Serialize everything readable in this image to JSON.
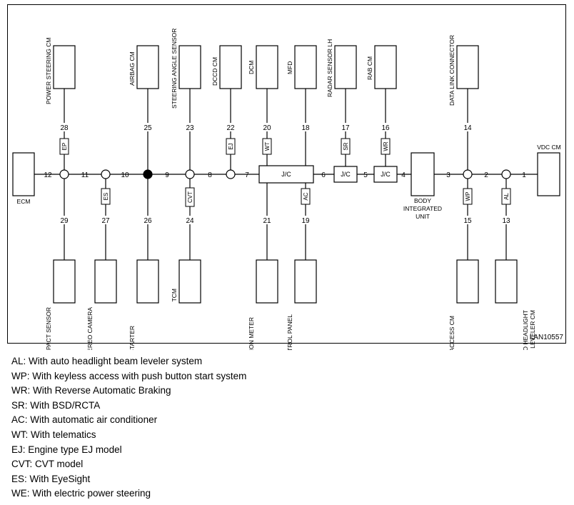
{
  "figure_code": "LAN10557",
  "modules": {
    "ecm": "ECM",
    "vdc_cm": "VDC CM",
    "body_integrated_unit_l1": "BODY",
    "body_integrated_unit_l2": "INTEGRATED",
    "body_integrated_unit_l3": "UNIT",
    "power_steering_cm": "POWER STEERING CM",
    "airbag_cm": "AIRBAG CM",
    "steering_angle_sensor": "STEERING ANGLE SENSOR",
    "dccd_cm": "DCCD CM",
    "dcm": "DCM",
    "mfd": "MFD",
    "radar_sensor_lh": "RADAR SENSOR LH",
    "rab_cm": "RAB CM",
    "data_link_connector": "DATA LINK CONNECTOR",
    "impact_sensor": "IMPACT SENSOR",
    "stereo_camera": "STEREO CAMERA",
    "remote_engine_starter": "REMOTE ENGINE STARTER",
    "tcm": "TCM",
    "combination_meter": "COMBINATION METER",
    "ac_control_panel": "A/C CONTROL PANEL",
    "keyless_access_cm": "KEYLESS ACCESS CM",
    "auto_headlight_l1": "AUTO HEADLIGHT",
    "auto_headlight_l2": "BEAM LEVELER CM"
  },
  "junction_connectors": {
    "jc_main": "J/C",
    "jc_6_5": "J/C",
    "jc_5_4": "J/C"
  },
  "segments": {
    "s1": "1",
    "s2": "2",
    "s3": "3",
    "s4": "4",
    "s5": "5",
    "s6": "6",
    "s7": "7",
    "s8": "8",
    "s9": "9",
    "s10": "10",
    "s11": "11",
    "s12": "12",
    "s13": "13",
    "s14": "14",
    "s15": "15",
    "s16": "16",
    "s17": "17",
    "s18": "18",
    "s19": "19",
    "s20": "20",
    "s21": "21",
    "s22": "22",
    "s23": "23",
    "s24": "24",
    "s25": "25",
    "s26": "26",
    "s27": "27",
    "s28": "28",
    "s29": "29"
  },
  "tags": {
    "ep": "EP",
    "es": "ES",
    "cvt": "CVT",
    "ej": "EJ",
    "wt": "WT",
    "ac": "AC",
    "sr": "SR",
    "wr": "WR",
    "wp": "WP",
    "al": "AL"
  },
  "legend": [
    "AL: With auto headlight beam leveler system",
    "WP: With keyless access with push button start system",
    "WR: With Reverse Automatic Braking",
    "SR: With BSD/RCTA",
    "AC: With automatic air conditioner",
    "WT: With telematics",
    "EJ: Engine type EJ model",
    "CVT: CVT model",
    "ES: With EyeSight",
    "WE: With electric power steering"
  ]
}
